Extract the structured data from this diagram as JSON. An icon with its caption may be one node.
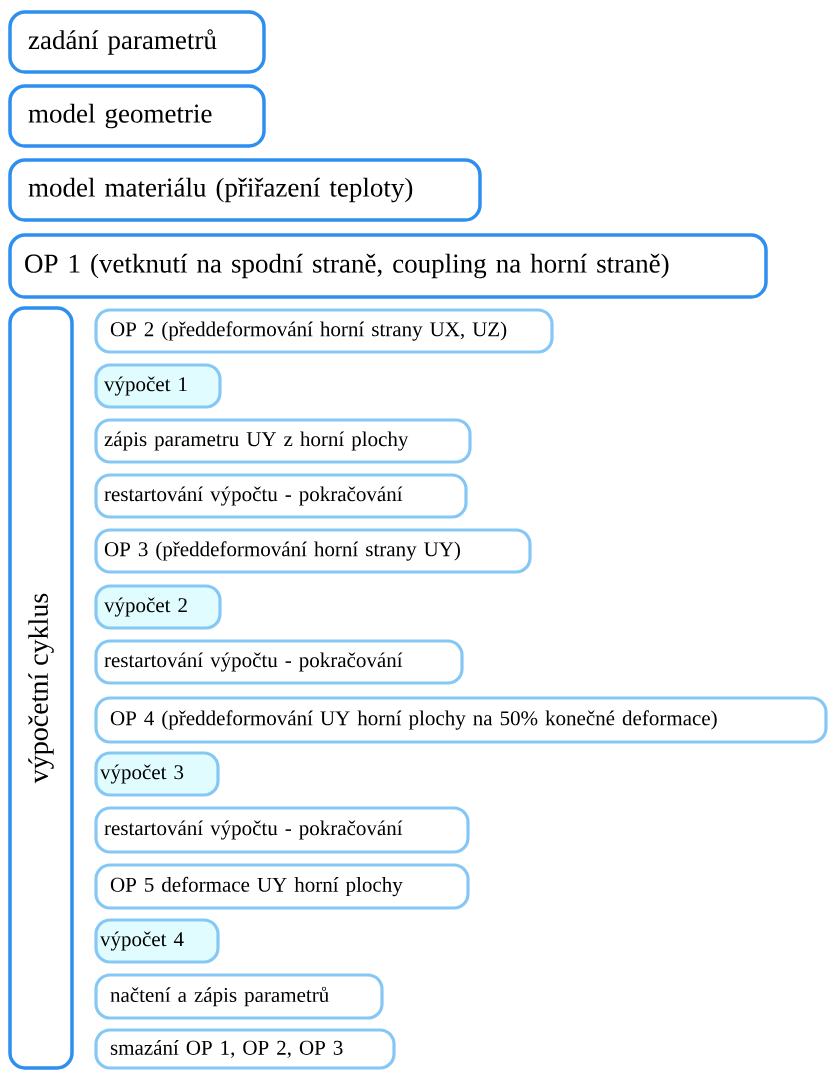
{
  "diagram": {
    "nodes": [
      {
        "text": [
          "zadání parametrů"
        ]
      },
      {
        "text": [
          "model geometrie"
        ]
      },
      {
        "text": [
          "model materiálu  (přiřazení teploty)"
        ]
      },
      {
        "text": [
          "OP 1 (vetknutí na spodní straně, coupling na horní straně)"
        ]
      },
      {
        "text": [
          "výpočetní cyklus"
        ]
      },
      {
        "text": [
          "OP 2 (předdeformování horní strany UX, UZ)"
        ]
      },
      {
        "text": [
          "výpočet 1"
        ]
      },
      {
        "text": [
          "zápis parametru UY z horní plochy"
        ]
      },
      {
        "text": [
          "restartování výpočtu - pokračování"
        ]
      },
      {
        "text": [
          "OP 3 (předdeformování horní strany UY)"
        ]
      },
      {
        "text": [
          "výpočet 2"
        ]
      },
      {
        "text": [
          "restartování výpočtu - pokračování"
        ]
      },
      {
        "text": [
          "OP 4 (předdeformování UY horní plochy na 50% konečné deformace)"
        ]
      },
      {
        "text": [
          "výpočet 3"
        ]
      },
      {
        "text": [
          "restartování výpočtu - pokračování"
        ]
      },
      {
        "text": [
          "OP 5 deformace UY horní plochy"
        ]
      },
      {
        "text": [
          "výpočet 4"
        ]
      },
      {
        "text": [
          "načtení a zápis parametrů"
        ]
      },
      {
        "text": [
          "smazání OP 1, OP 2, OP 3"
        ]
      }
    ]
  }
}
